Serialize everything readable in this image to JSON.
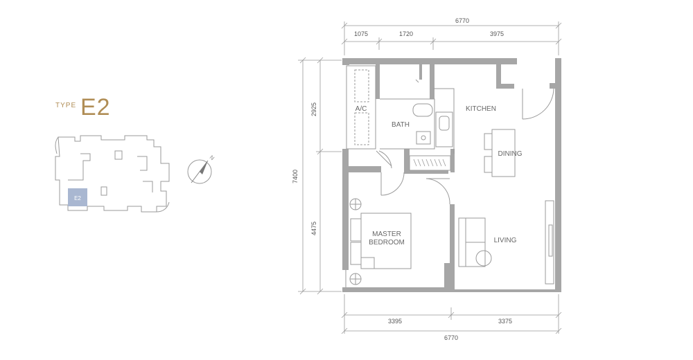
{
  "unit_type": {
    "prefix": "TYPE",
    "code": "E2"
  },
  "key_plan": {
    "unit_label": "E2"
  },
  "north": {
    "label": "N"
  },
  "colors": {
    "accent": "#b08d55",
    "wall": "#a6a6a6",
    "line": "#9a9a9a",
    "unit_highlight": "#a9b7d1",
    "dim": "#777777"
  },
  "dimensions": {
    "top_total": "6770",
    "top_segments": [
      "1075",
      "1720",
      "3975"
    ],
    "bottom_total": "6770",
    "bottom_segments": [
      "3395",
      "3375"
    ],
    "left_total": "7400",
    "left_segments": [
      "2925",
      "4475"
    ]
  },
  "rooms": {
    "ac": "A/C",
    "bath": "BATH",
    "kitchen": "KITCHEN",
    "dining": "DINING",
    "master_line1": "MASTER",
    "master_line2": "BEDROOM",
    "living": "LIVING"
  }
}
